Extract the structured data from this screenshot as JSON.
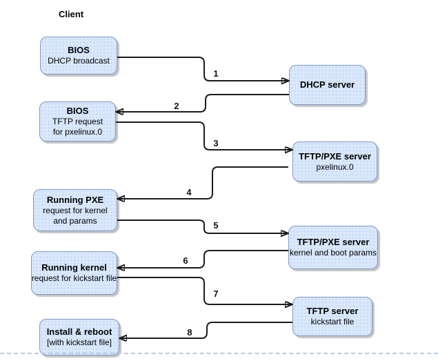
{
  "title": "Client",
  "colors": {
    "node_fill": "#dae8fc",
    "node_border": "#7d99c4",
    "arrow": "#1a1a1a",
    "background": "#ffffff"
  },
  "nodes": {
    "client": [
      {
        "title": "BIOS",
        "lines": [
          "DHCP broadcast"
        ]
      },
      {
        "title": "BIOS",
        "lines": [
          "TFTP request",
          "for pxelinux.0"
        ]
      },
      {
        "title": "Running PXE",
        "lines": [
          "request for kernel",
          "and params"
        ]
      },
      {
        "title": "Running kernel",
        "lines": [
          "request for kickstart file"
        ]
      },
      {
        "title": "Install & reboot",
        "lines": [
          "[with kickstart file]"
        ]
      }
    ],
    "server": [
      {
        "title": "DHCP server",
        "lines": []
      },
      {
        "title": "TFTP/PXE server",
        "lines": [
          "pxelinux.0"
        ]
      },
      {
        "title": "TFTP/PXE server",
        "lines": [
          "kernel and boot params"
        ]
      },
      {
        "title": "TFTP server",
        "lines": [
          "kickstart file"
        ]
      }
    ]
  },
  "arrows": [
    {
      "label": "1",
      "from": "BIOS (DHCP broadcast)",
      "to": "DHCP server"
    },
    {
      "label": "2",
      "from": "DHCP server",
      "to": "BIOS (TFTP request for pxelinux.0)"
    },
    {
      "label": "3",
      "from": "BIOS (TFTP request for pxelinux.0)",
      "to": "TFTP/PXE server (pxelinux.0)"
    },
    {
      "label": "4",
      "from": "TFTP/PXE server (pxelinux.0)",
      "to": "Running PXE"
    },
    {
      "label": "5",
      "from": "Running PXE",
      "to": "TFTP/PXE server (kernel and boot params)"
    },
    {
      "label": "6",
      "from": "TFTP/PXE server (kernel and boot params)",
      "to": "Running kernel"
    },
    {
      "label": "7",
      "from": "Running kernel",
      "to": "TFTP server (kickstart file)"
    },
    {
      "label": "8",
      "from": "TFTP server (kickstart file)",
      "to": "Install & reboot"
    }
  ]
}
